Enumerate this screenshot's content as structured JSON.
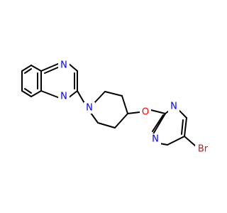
{
  "molecule": {
    "colors": {
      "bond": "#000000",
      "N": "#0000ff",
      "O": "#ff0000",
      "Br": "#a52a2a"
    },
    "atoms": {
      "n_quinox_top": "N",
      "n_quinox_bottom": "N",
      "n_piperidine": "N",
      "o_ether": "O",
      "n_pyrimidine_top": "N",
      "n_pyrimidine_bottom": "N",
      "br": "Br"
    }
  }
}
